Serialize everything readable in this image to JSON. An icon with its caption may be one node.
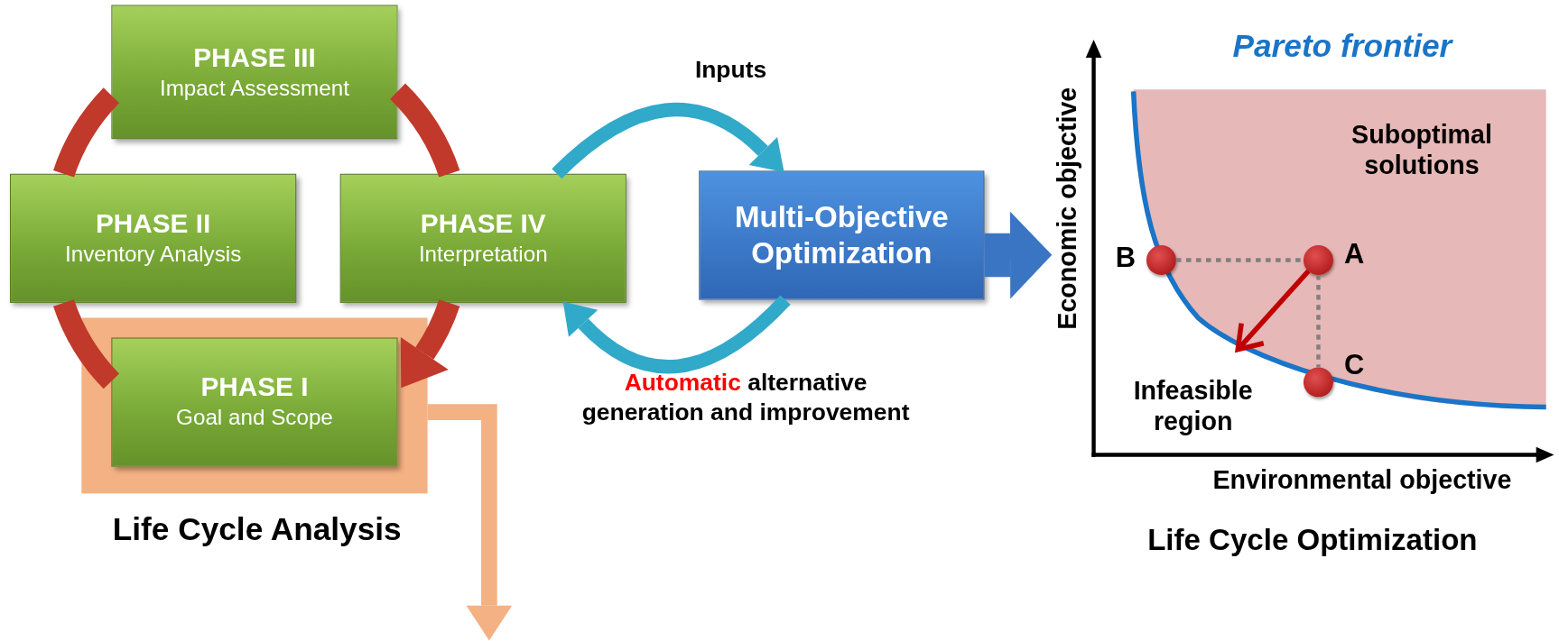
{
  "diagram": {
    "nodes": [
      {
        "text": [
          "PHASE III",
          "Impact Assessment"
        ]
      },
      {
        "text": [
          "PHASE II",
          "Inventory Analysis"
        ]
      },
      {
        "text": [
          "PHASE IV",
          "Interpretation"
        ]
      },
      {
        "text": [
          "Life Cycle Analysis"
        ]
      },
      {
        "text": [
          "PHASE I",
          "Goal and Scope"
        ],
        "in": 3
      },
      {
        "text": [
          "Multi-Objective Optimization"
        ]
      },
      {
        "text": [
          "Life Cycle Optimization"
        ]
      },
      {
        "text": [],
        "shape": "circle",
        "beside": [
          "B"
        ],
        "in": 6
      },
      {
        "text": [],
        "shape": "circle",
        "beside": [
          "A"
        ],
        "in": 6
      },
      {
        "text": [],
        "shape": "circle",
        "beside": [
          "C"
        ],
        "in": 6
      }
    ],
    "edges": [
      {
        "from": 4,
        "to": 1,
        "arrow": "none",
        "color": "#c0392b"
      },
      {
        "from": 1,
        "to": 0,
        "arrow": "none",
        "color": "#c0392b"
      },
      {
        "from": 0,
        "to": 2,
        "arrow": "none",
        "color": "#c0392b"
      },
      {
        "from": 2,
        "to": 4,
        "arrow": "to",
        "color": "#c0392b"
      },
      {
        "from": 2,
        "to": 5,
        "arrow": "to",
        "label": "Inputs",
        "color": "#31a9c9"
      },
      {
        "from": 5,
        "to": 2,
        "arrow": "to",
        "label": "Automatic alternative generation and improvement",
        "color": "#31a9c9"
      },
      {
        "from": 5,
        "to": 6,
        "arrow": "to",
        "style": "thick",
        "color": "#3a75c4"
      },
      {
        "from": 3,
        "to": null,
        "arrow": "to",
        "color": "#f4b183"
      },
      {
        "from": 7,
        "to": 8,
        "arrow": "none",
        "style": "dashed",
        "color": "#7f7f7f"
      },
      {
        "from": 8,
        "to": 9,
        "arrow": "none",
        "style": "dashed",
        "color": "#7f7f7f"
      },
      {
        "from": 8,
        "to": null,
        "arrow": "to",
        "color": "#c00000"
      }
    ],
    "labels": [
      "Pareto frontier",
      "Suboptimal solutions",
      "Infeasible region",
      "Economic objective",
      "Environmental objective"
    ]
  }
}
